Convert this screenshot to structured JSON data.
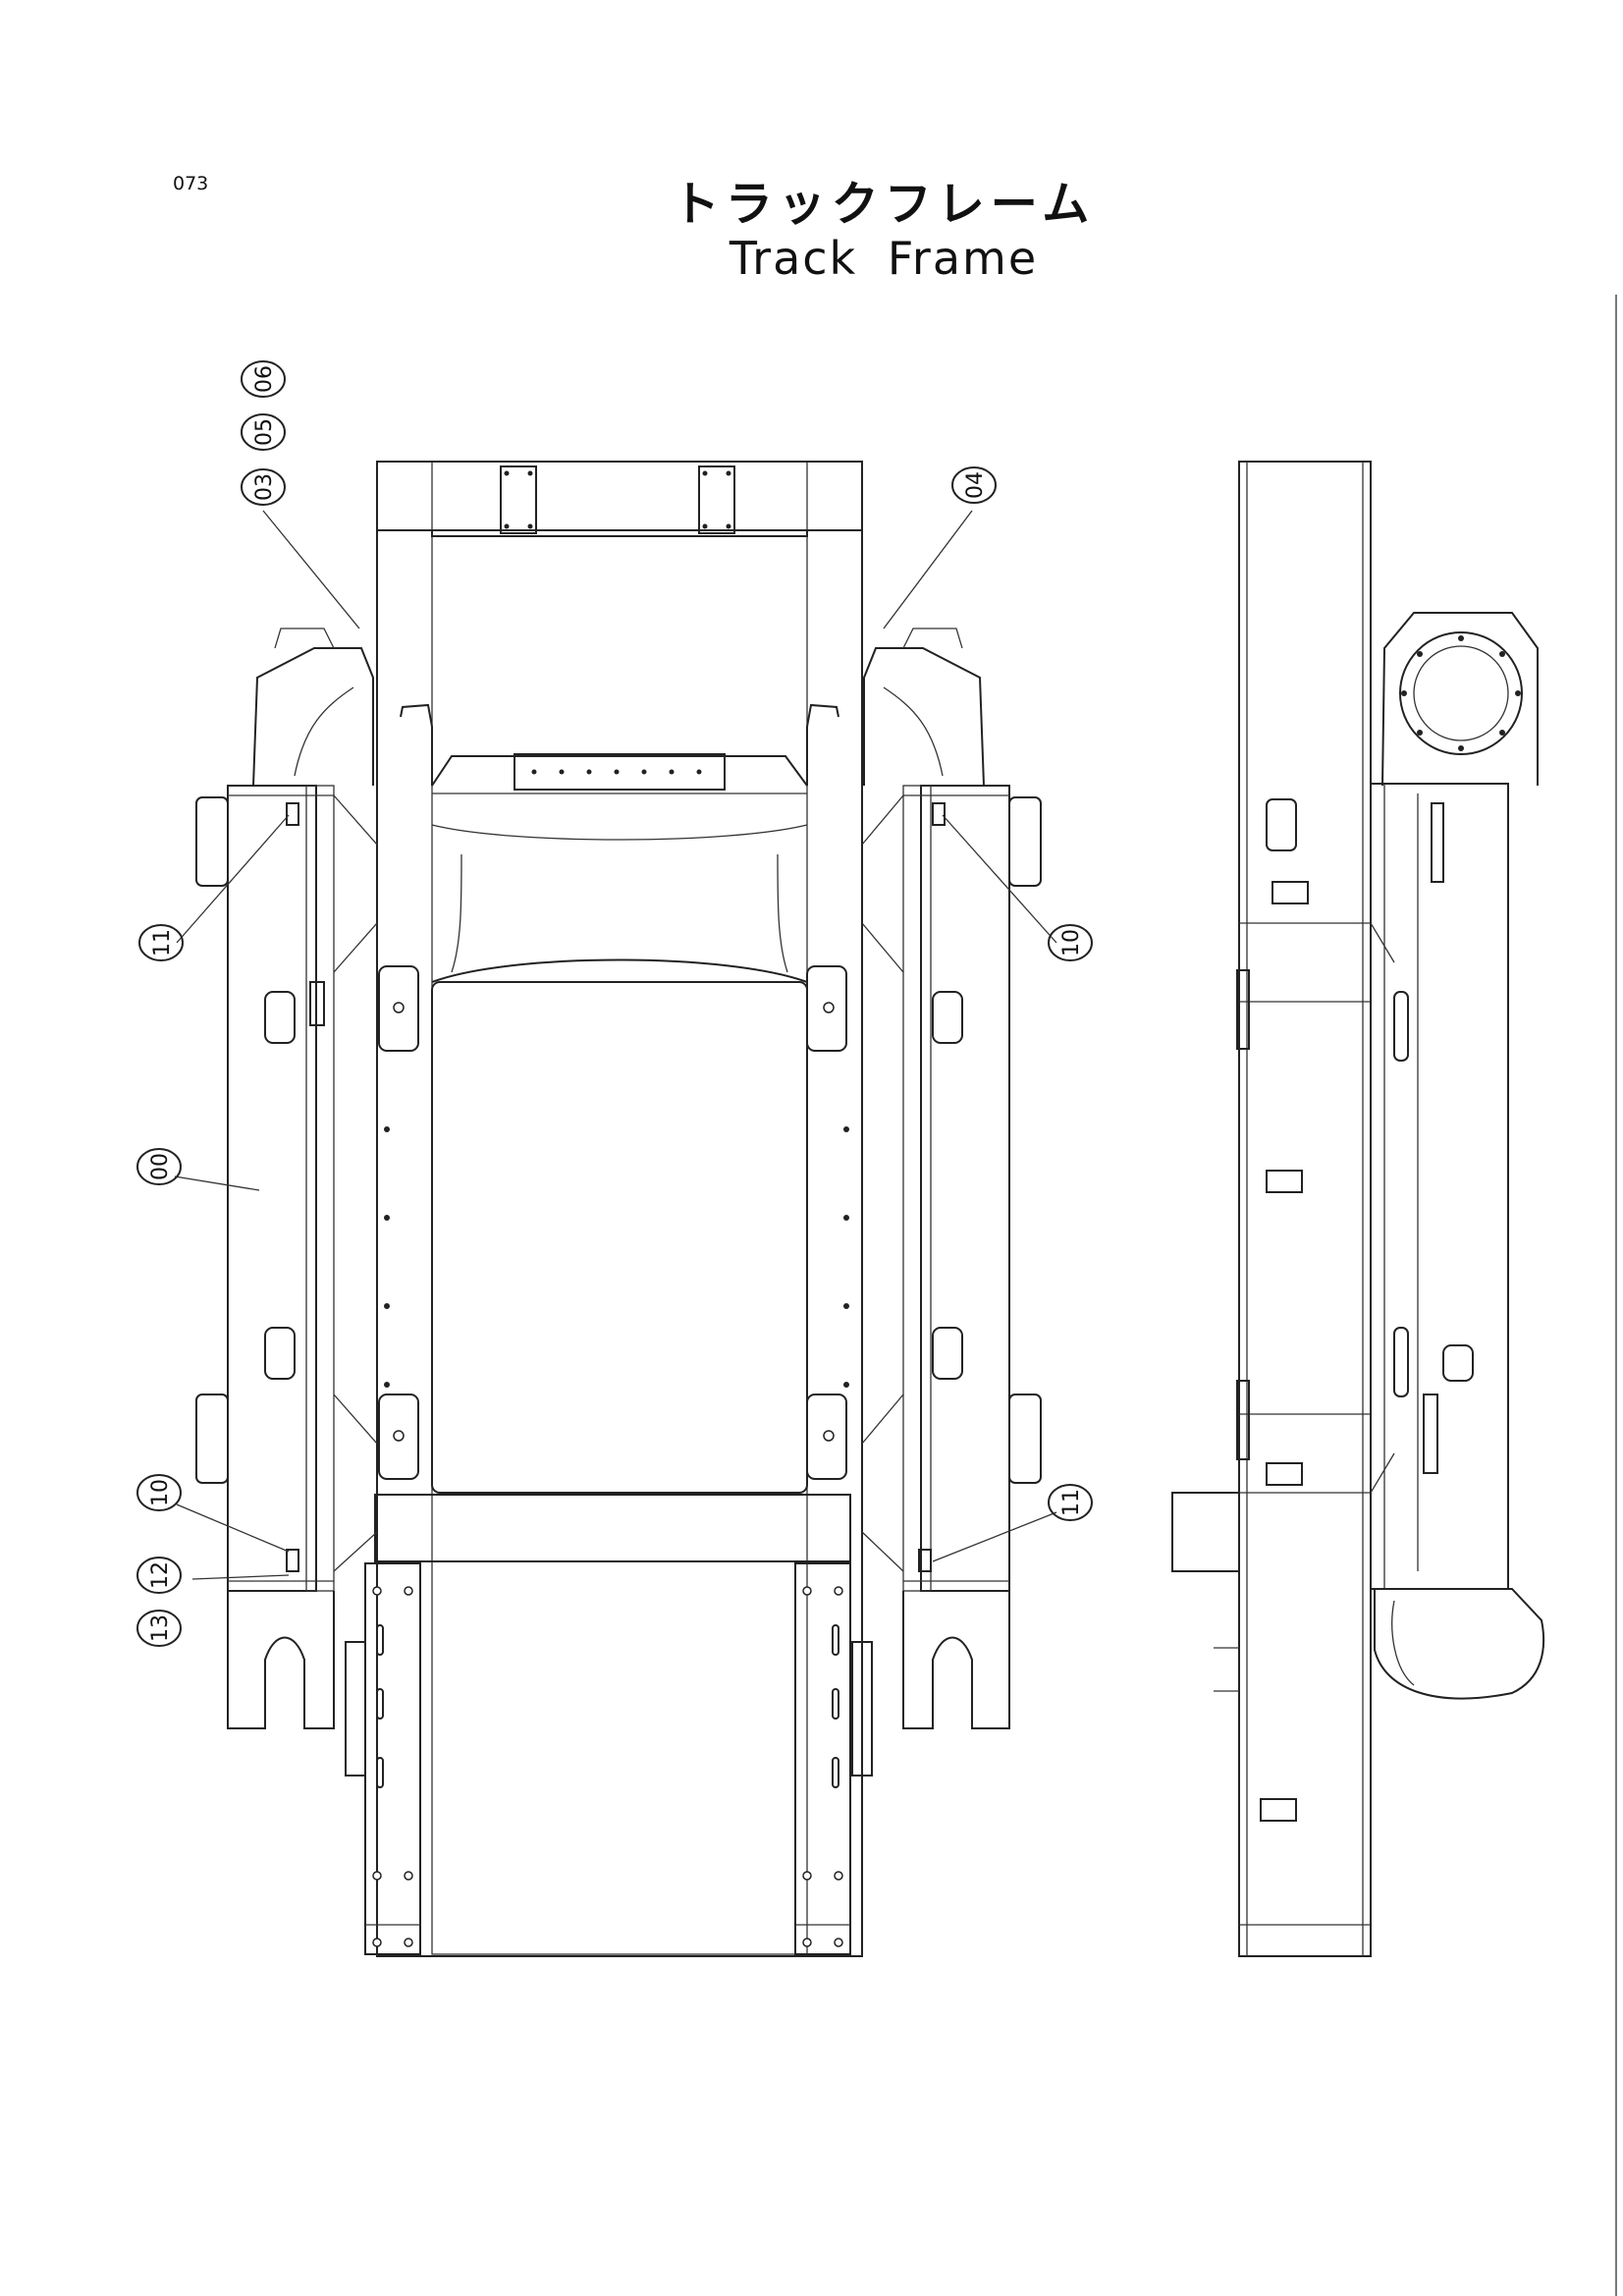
{
  "page": {
    "number": "073"
  },
  "title": {
    "japanese": "トラックフレーム",
    "english": "Track Frame"
  },
  "callouts": [
    {
      "id": "c-03",
      "label": "03"
    },
    {
      "id": "c-05",
      "label": "05"
    },
    {
      "id": "c-06",
      "label": "06"
    },
    {
      "id": "c-04",
      "label": "04"
    },
    {
      "id": "c-11a",
      "label": "11"
    },
    {
      "id": "c-10a",
      "label": "10"
    },
    {
      "id": "c-00",
      "label": "00"
    },
    {
      "id": "c-10b",
      "label": "10"
    },
    {
      "id": "c-11b",
      "label": "11"
    },
    {
      "id": "c-12",
      "label": "12"
    },
    {
      "id": "c-13",
      "label": "13"
    }
  ]
}
